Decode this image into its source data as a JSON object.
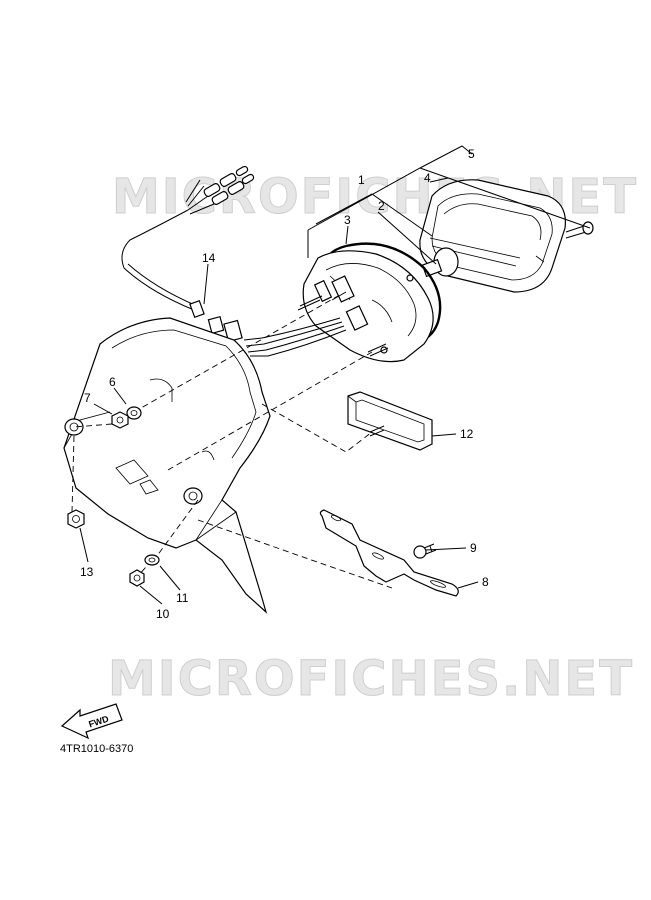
{
  "watermark": {
    "text_top": "MICROFICHES.NET",
    "text_bottom": "MICROFICHES.NET"
  },
  "diagram_code": "4TR1010-6370",
  "fwd_arrow": {
    "label": "FWD"
  },
  "callouts": [
    {
      "id": "1",
      "label": "1"
    },
    {
      "id": "2",
      "label": "2"
    },
    {
      "id": "3",
      "label": "3"
    },
    {
      "id": "4",
      "label": "4"
    },
    {
      "id": "5",
      "label": "5"
    },
    {
      "id": "6",
      "label": "6"
    },
    {
      "id": "7",
      "label": "7"
    },
    {
      "id": "8",
      "label": "8"
    },
    {
      "id": "9",
      "label": "9"
    },
    {
      "id": "10",
      "label": "10"
    },
    {
      "id": "11",
      "label": "11"
    },
    {
      "id": "12",
      "label": "12"
    },
    {
      "id": "13",
      "label": "13"
    },
    {
      "id": "14",
      "label": "14"
    }
  ]
}
